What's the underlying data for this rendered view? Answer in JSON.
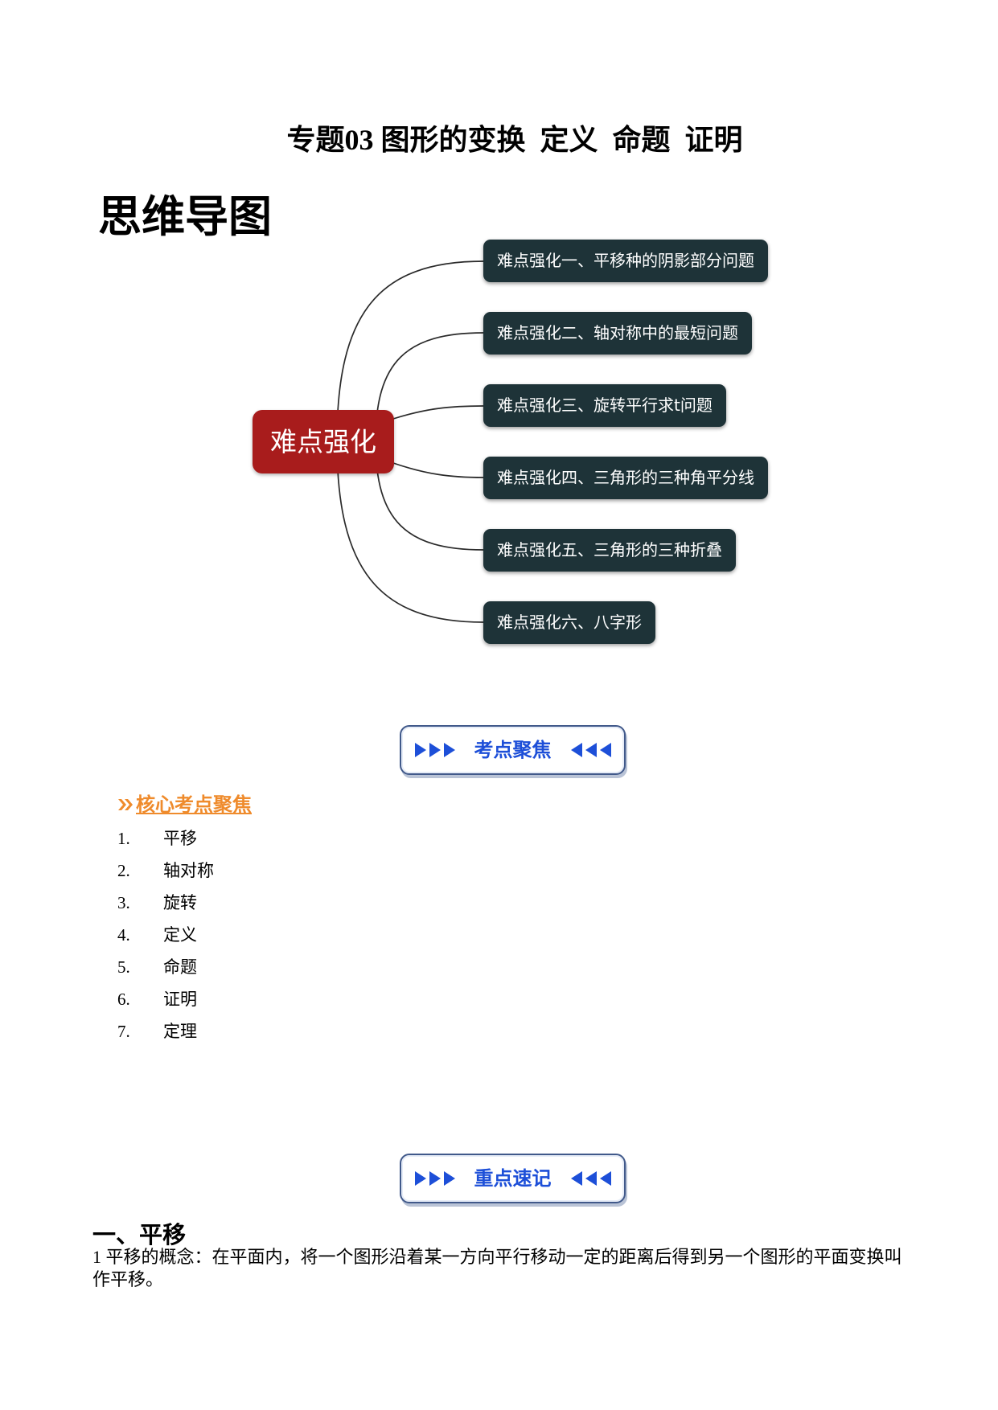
{
  "document": {
    "title": "专题03 图形的变换  定义  命题  证明",
    "mindmap_heading": "思维导图"
  },
  "mindmap": {
    "center_label": "难点强化",
    "branches": [
      "难点强化一、平移种的阴影部分问题",
      "难点强化二、轴对称中的最短问题",
      "难点强化三、旋转平行求t问题",
      "难点强化四、三角形的三种角平分线",
      "难点强化五、三角形的三种折叠",
      "难点强化六、八字形"
    ]
  },
  "banners": {
    "focus": {
      "label": "考点聚焦",
      "left_icon": "triangles-right-icon",
      "right_icon": "triangles-left-icon"
    },
    "notes": {
      "label": "重点速记",
      "left_icon": "triangles-right-icon",
      "right_icon": "triangles-left-icon"
    }
  },
  "core_points": {
    "heading_icon": "double-chevron-right-icon",
    "heading": "核心考点聚焦",
    "items": [
      {
        "number": "1.",
        "text": "平移"
      },
      {
        "number": "2.",
        "text": "轴对称"
      },
      {
        "number": "3.",
        "text": "旋转"
      },
      {
        "number": "4.",
        "text": "定义"
      },
      {
        "number": "5.",
        "text": "命题"
      },
      {
        "number": "6.",
        "text": "证明"
      },
      {
        "number": "7.",
        "text": "定理"
      }
    ]
  },
  "section_translation": {
    "heading": "一、平移",
    "paragraph": "1 平移的概念：在平面内，将一个图形沿着某一方向平行移动一定的距离后得到另一个图形的平面变换叫作平移。"
  },
  "colors": {
    "mindmap_center": "#a81c1c",
    "mindmap_branch": "#1e3338",
    "mindmap_connector": "#2a2a2a",
    "banner_blue": "#1d4fd8",
    "accent_orange": "#ef8b2c"
  }
}
